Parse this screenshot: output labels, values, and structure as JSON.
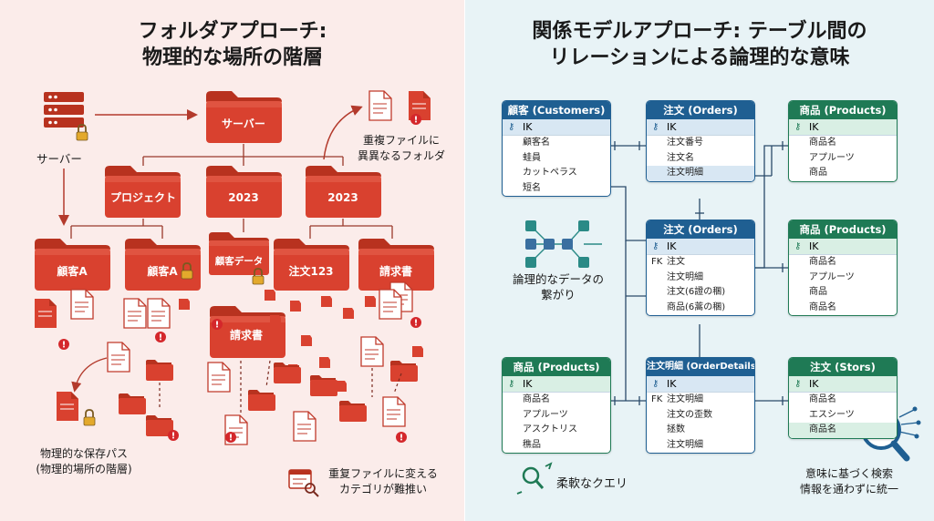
{
  "left": {
    "title_line1": "フォルダアプローチ:",
    "title_line2": "物理的な場所の階層",
    "server_label": "サーバー",
    "server_folder": "サーバー",
    "duplicate_note_line1": "重複ファイルに",
    "duplicate_note_line2": "異異なるフォルダ",
    "level2": [
      "プロジェクト",
      "2023",
      "2023"
    ],
    "level3": [
      "顧客A",
      "顧客A",
      "顧客データ",
      "注文123",
      "請求書"
    ],
    "invoice_folder": "請求書",
    "physical_path_line1": "物理的な保存パス",
    "physical_path_line2": "(物理的場所の階層)",
    "category_note_line1": "重复ファイルに変える",
    "category_note_line2": "カテゴリが難推い",
    "colors": {
      "folder": "#d9412f",
      "folder_tab": "#b8321f",
      "file": "#ffffff",
      "alert": "#d4272b"
    }
  },
  "right": {
    "title_line1": "関係モデルアプローチ: テーブル間の",
    "title_line2": "リレーションによる論理的な意味",
    "tables": {
      "customers": {
        "header": "顧客 (Customers)",
        "pk": "IK",
        "fields": [
          "顧客名",
          "蛙員",
          "カットペラス",
          "短名"
        ]
      },
      "orders_top": {
        "header": "注文 (Orders)",
        "pk": "IK",
        "fields": [
          "注文番号",
          "注文名",
          "注文明細"
        ]
      },
      "products_top": {
        "header": "商品 (Products)",
        "pk": "IK",
        "fields": [
          "商品名",
          "アプルーツ",
          "商品"
        ]
      },
      "orders_mid": {
        "header": "注文 (Orders)",
        "pk": "IK",
        "fk_label": "FK",
        "fields": [
          "注文",
          "注文明細",
          "注文(6證の稛)",
          "商品(6蒿の稛)"
        ]
      },
      "products_mid": {
        "header": "商品 (Products)",
        "pk": "IK",
        "fields": [
          "商品名",
          "アプルーツ",
          "商品",
          "商品名"
        ]
      },
      "products_bottom": {
        "header": "商品 (Products)",
        "pk": "IK",
        "fields": [
          "商品名",
          "アプルーツ",
          "アスクトリス",
          "穛品"
        ]
      },
      "order_details": {
        "header": "注文明細 (OrderDetails)",
        "pk": "IK",
        "fk_label": "FK",
        "fields": [
          "注文明細",
          "注文の歪数",
          "拯数",
          "注文明細"
        ]
      },
      "stors": {
        "header": "注文 (Stors)",
        "pk": "IK",
        "fields": [
          "商品名",
          "エスシーツ",
          "商品名"
        ]
      }
    },
    "logical_link_line1": "論理的なデータの",
    "logical_link_line2": "繋がり",
    "flexible_query": "柔軟なクエリ",
    "semantic_search_line1": "意味に基づく検索",
    "semantic_search_line2": "情報を通わずに統一",
    "colors": {
      "blue": "#1f5f92",
      "green": "#1f7a55",
      "network": "#2a8a86"
    }
  }
}
